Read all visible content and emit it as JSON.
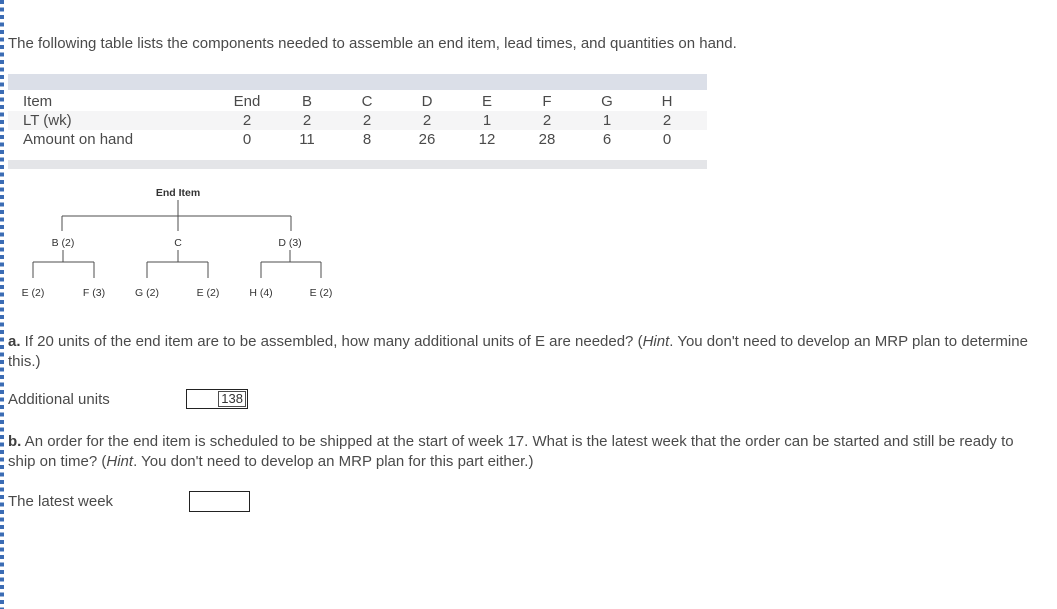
{
  "page": {
    "intro": "The following table lists the components needed to assemble an end item, lead times, and quantities on hand."
  },
  "table": {
    "row_labels": [
      "Item",
      "LT (wk)",
      "Amount on hand"
    ],
    "columns": [
      "End",
      "B",
      "C",
      "D",
      "E",
      "F",
      "G",
      "H"
    ],
    "lt_weeks": [
      "2",
      "2",
      "2",
      "2",
      "1",
      "2",
      "1",
      "2"
    ],
    "amount_on_hand": [
      "0",
      "11",
      "8",
      "26",
      "12",
      "28",
      "6",
      "0"
    ]
  },
  "tree": {
    "root": "End Item",
    "level1": [
      "B (2)",
      "C",
      "D (3)"
    ],
    "level2": [
      "E (2)",
      "F (3)",
      "G (2)",
      "E (2)",
      "H (4)",
      "E (2)"
    ]
  },
  "question_a": {
    "label": "a.",
    "text_before_hint": " If 20 units of the end item are to be assembled, how many additional units of E are needed? (",
    "hint_word": "Hint",
    "text_after_hint": ". You don't need to develop an MRP plan to determine this.)",
    "answer_label": "Additional units",
    "answer_value": "138"
  },
  "question_b": {
    "label": "b.",
    "text_before_hint": " An order for the end item is scheduled to be shipped at the start of week 17. What is the latest week that the order can be started and still be ready to ship on time? (",
    "hint_word": "Hint",
    "text_after_hint": ". You don't need to develop an MRP plan for this part either.)",
    "answer_label": "The latest week",
    "answer_value": ""
  },
  "colors": {
    "body_text": "#4a4a4a",
    "table_header_bar": "#dbdfe8",
    "table_footer_bar": "#e4e5e8",
    "table_shaded_row": "#f5f5f6",
    "left_dashed_border": "#3b6cb4",
    "input_border": "#222222"
  }
}
